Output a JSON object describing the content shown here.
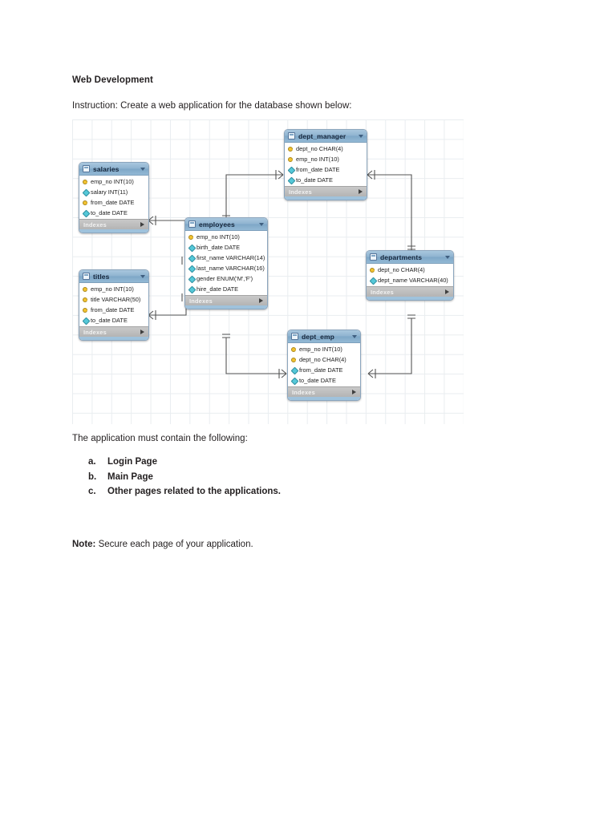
{
  "document": {
    "title": "Web Development",
    "instruction": "Instruction: Create a web application for the database shown below:",
    "requirements_intro": "The application must contain the following:",
    "requirements": [
      {
        "marker": "a.",
        "text": "Login Page"
      },
      {
        "marker": "b.",
        "text": "Main Page"
      },
      {
        "marker": "c.",
        "text": "Other pages related to the applications."
      }
    ],
    "note_label": "Note:",
    "note_text": " Secure each page of your application."
  },
  "diagram": {
    "type": "entity-relationship-diagram",
    "footer_label": "Indexes",
    "colors": {
      "header_blue": "#7ea7c7",
      "footer_gray": "#b4b4b4",
      "base_blue": "#9fc2dc",
      "grid": "#e9edf0",
      "pk_key": "#f2c230",
      "field_diamond": "#55c8d8",
      "connector": "#555555"
    },
    "tables": [
      {
        "name": "salaries",
        "columns": [
          {
            "key": "pk",
            "text": "emp_no INT(10)"
          },
          {
            "key": "fld",
            "text": "salary INT(11)"
          },
          {
            "key": "pk",
            "text": "from_date DATE"
          },
          {
            "key": "fld",
            "text": "to_date DATE"
          }
        ]
      },
      {
        "name": "titles",
        "columns": [
          {
            "key": "pk",
            "text": "emp_no INT(10)"
          },
          {
            "key": "pk",
            "text": "title VARCHAR(50)"
          },
          {
            "key": "pk",
            "text": "from_date DATE"
          },
          {
            "key": "fld",
            "text": "to_date DATE"
          }
        ]
      },
      {
        "name": "employees",
        "columns": [
          {
            "key": "pk",
            "text": "emp_no INT(10)"
          },
          {
            "key": "fld",
            "text": "birth_date DATE"
          },
          {
            "key": "fld",
            "text": "first_name VARCHAR(14)"
          },
          {
            "key": "fld",
            "text": "last_name VARCHAR(16)"
          },
          {
            "key": "fld",
            "text": "gender ENUM('M','F')"
          },
          {
            "key": "fld",
            "text": "hire_date DATE"
          }
        ]
      },
      {
        "name": "dept_manager",
        "columns": [
          {
            "key": "pk",
            "text": "dept_no CHAR(4)"
          },
          {
            "key": "pk",
            "text": "emp_no INT(10)"
          },
          {
            "key": "fld",
            "text": "from_date DATE"
          },
          {
            "key": "fld",
            "text": "to_date DATE"
          }
        ]
      },
      {
        "name": "departments",
        "columns": [
          {
            "key": "pk",
            "text": "dept_no CHAR(4)"
          },
          {
            "key": "fld",
            "text": "dept_name VARCHAR(40)"
          }
        ]
      },
      {
        "name": "dept_emp",
        "columns": [
          {
            "key": "pk",
            "text": "emp_no INT(10)"
          },
          {
            "key": "pk",
            "text": "dept_no CHAR(4)"
          },
          {
            "key": "fld",
            "text": "from_date DATE"
          },
          {
            "key": "fld",
            "text": "to_date DATE"
          }
        ]
      }
    ],
    "relationships": [
      {
        "from": "employees",
        "to": "salaries",
        "type": "one-to-many"
      },
      {
        "from": "employees",
        "to": "titles",
        "type": "one-to-many"
      },
      {
        "from": "employees",
        "to": "dept_manager",
        "type": "one-to-many"
      },
      {
        "from": "employees",
        "to": "dept_emp",
        "type": "one-to-many"
      },
      {
        "from": "departments",
        "to": "dept_manager",
        "type": "one-to-many"
      },
      {
        "from": "departments",
        "to": "dept_emp",
        "type": "one-to-many"
      }
    ]
  }
}
